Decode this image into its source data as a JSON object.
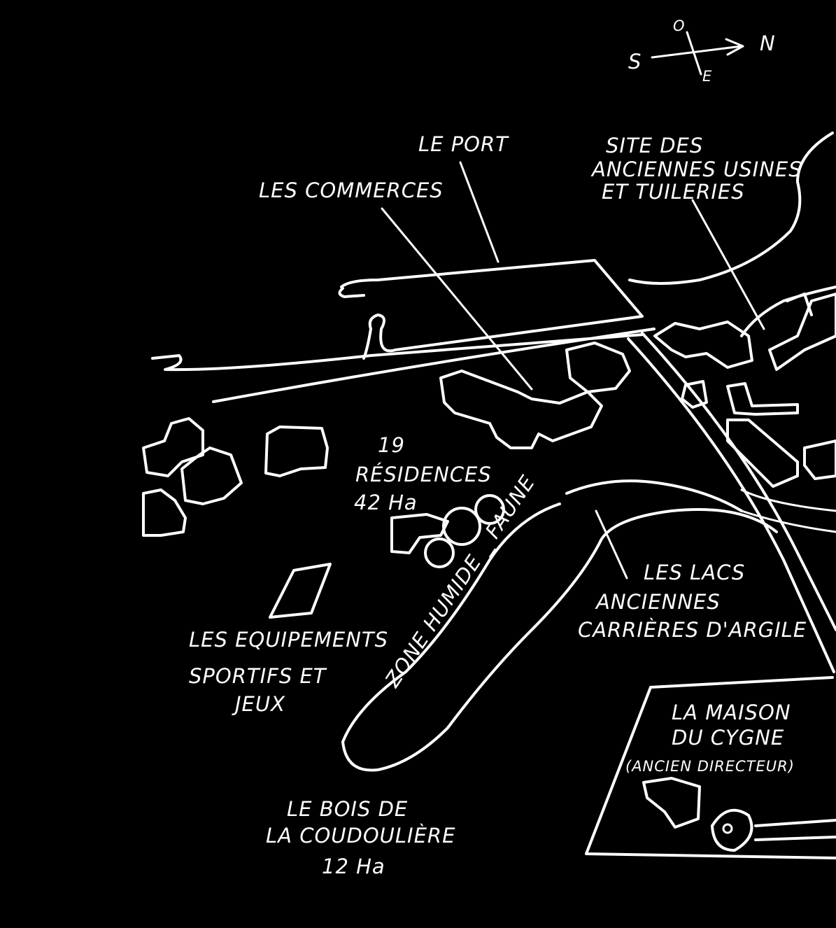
{
  "colors": {
    "background": "#000000",
    "ink": "#ffffff"
  },
  "compass": {
    "south": "S",
    "north": "N",
    "west": "O",
    "east": "E"
  },
  "labels": {
    "port": "LE PORT",
    "commerces": "LES COMMERCES",
    "usines": [
      "SITE DES",
      "ANCIENNES USINES",
      "ET TUILERIES"
    ],
    "residences": [
      "19",
      "RÉSIDENCES",
      "42 Ha"
    ],
    "zone_humide": "ZONE HUMIDE _ FAUNE",
    "lacs": [
      "LES LACS",
      "ANCIENNES",
      "CARRIÈRES D'ARGILE"
    ],
    "equipements": [
      "LES EQUIPEMENTS",
      "SPORTIFS ET",
      "JEUX"
    ],
    "maison": [
      "LA MAISON",
      "DU CYGNE",
      "(ANCIEN DIRECTEUR)"
    ],
    "bois": [
      "LE BOIS DE",
      "LA COUDOULIÈRE",
      "12 Ha"
    ]
  }
}
